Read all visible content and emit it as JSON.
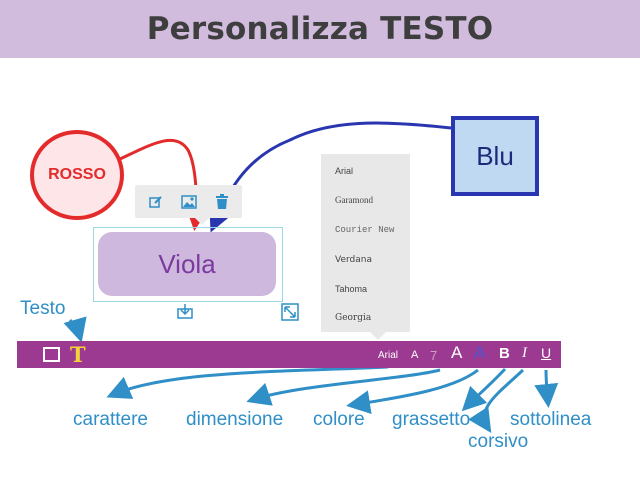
{
  "header": {
    "title": "Personalizza TESTO"
  },
  "shapes": {
    "rosso": "ROSSO",
    "blu": "Blu",
    "viola": "Viola"
  },
  "mini_toolbar": {
    "icons": [
      "edit-icon",
      "image-icon",
      "trash-icon"
    ]
  },
  "font_menu": {
    "items": [
      "Arial",
      "Garamond",
      "Courier New",
      "Verdana",
      "Tahoma",
      "Georgia"
    ]
  },
  "toolbar": {
    "font": "Arial",
    "size_small": "A",
    "size_value": "7",
    "size_large": "A",
    "color": "A",
    "bold": "B",
    "italic": "I",
    "underline": "U"
  },
  "labels": {
    "testo": "Testo",
    "carattere": "carattere",
    "dimensione": "dimensione",
    "colore": "colore",
    "grassetto": "grassetto",
    "corsivo": "corsivo",
    "sottolinea": "sottolinea"
  },
  "colors": {
    "banner": "#d1bcdd",
    "red": "#e32b2b",
    "blue": "#2936b0",
    "violet": "#cfb8de",
    "toolbar": "#9b3a90",
    "annotation": "#2f8fc6"
  }
}
